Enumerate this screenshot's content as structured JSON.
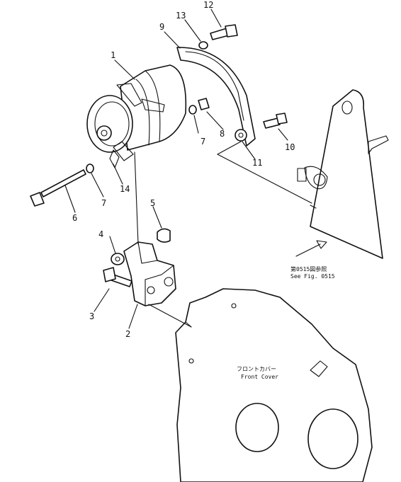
{
  "diagram": {
    "callouts": {
      "c1": "1",
      "c2": "2",
      "c3": "3",
      "c4": "4",
      "c5": "5",
      "c6": "6",
      "c7a": "7",
      "c7b": "7",
      "c8": "8",
      "c9": "9",
      "c10": "10",
      "c11": "11",
      "c12": "12",
      "c13": "13",
      "c14": "14"
    },
    "bracket_note": {
      "jp": "第0515図参照",
      "en": "See Fig. 0515"
    },
    "front_cover_label": {
      "jp": "フロントカバー",
      "en": "Front Cover"
    }
  }
}
